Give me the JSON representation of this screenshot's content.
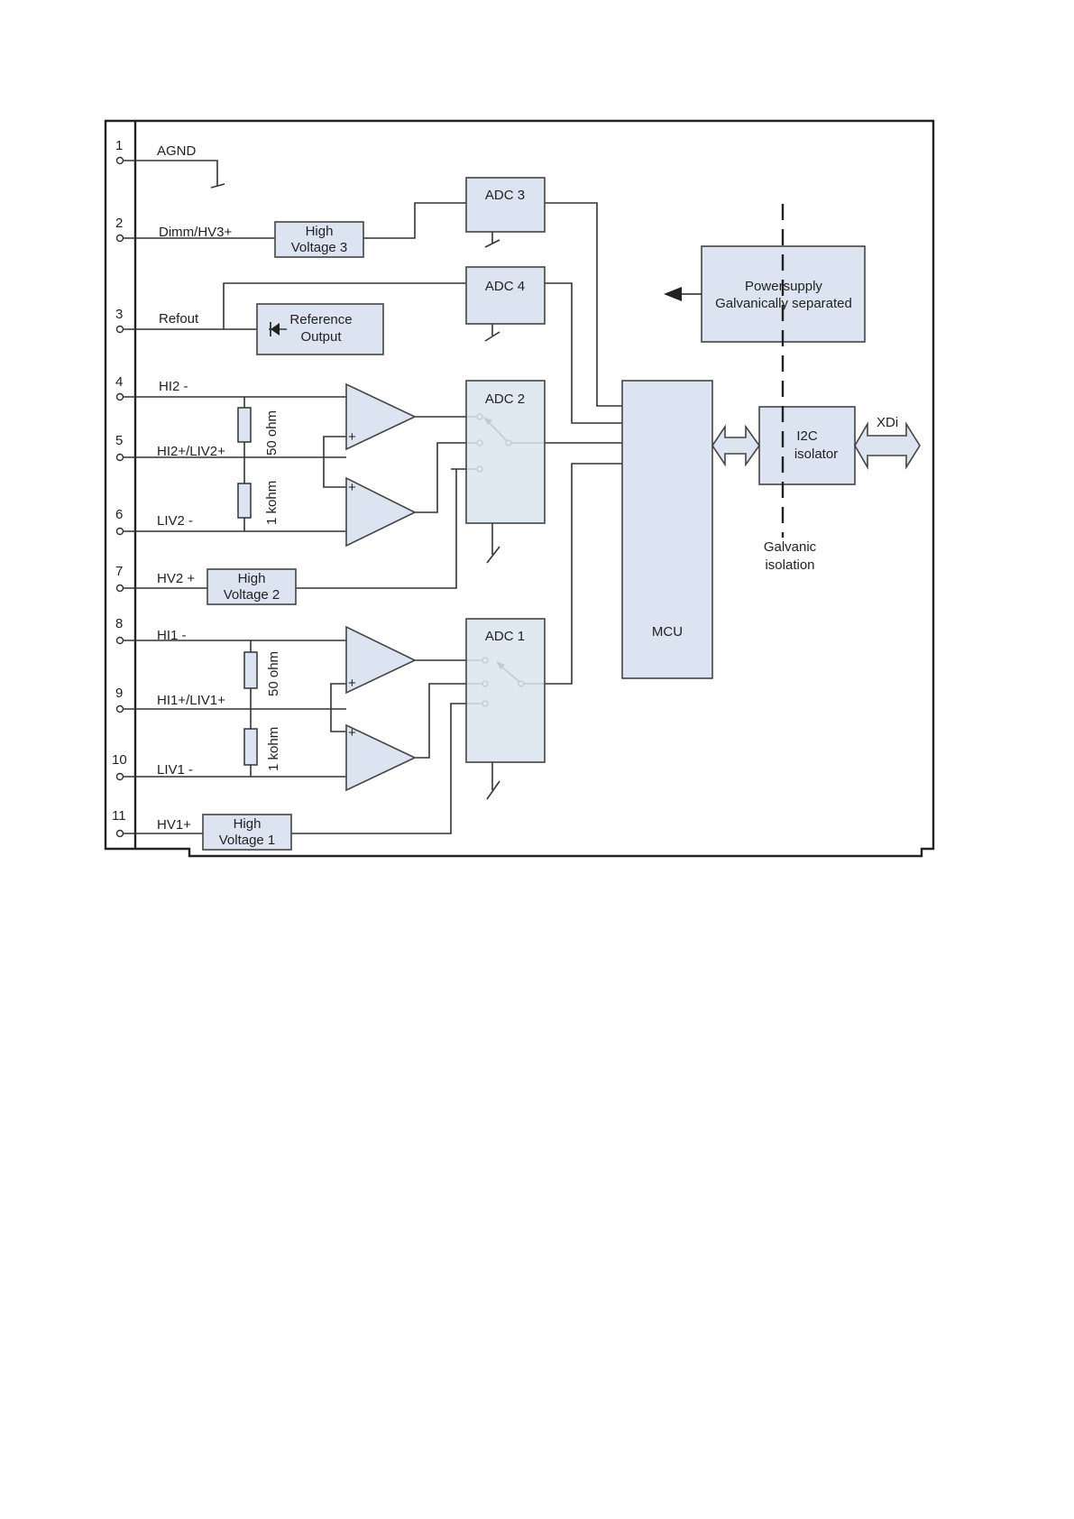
{
  "pins": [
    {
      "num": "1",
      "label": "AGND"
    },
    {
      "num": "2",
      "label": "Dimm/HV3+"
    },
    {
      "num": "3",
      "label": "Refout"
    },
    {
      "num": "4",
      "label": "HI2 -"
    },
    {
      "num": "5",
      "label": "HI2+/LIV2+"
    },
    {
      "num": "6",
      "label": "LIV2 -"
    },
    {
      "num": "7",
      "label": "HV2 +"
    },
    {
      "num": "8",
      "label": "HI1 -"
    },
    {
      "num": "9",
      "label": "HI1+/LIV1+"
    },
    {
      "num": "10",
      "label": "LIV1 -"
    },
    {
      "num": "11",
      "label": "HV1+"
    }
  ],
  "blocks": {
    "hv3": [
      "High",
      "Voltage 3"
    ],
    "hv2": [
      "High",
      "Voltage 2"
    ],
    "hv1": [
      "High",
      "Voltage 1"
    ],
    "ref": [
      "Reference",
      "Output"
    ],
    "adc3": "ADC 3",
    "adc4": "ADC 4",
    "adc2": "ADC 2",
    "adc1": "ADC 1",
    "mcu": "MCU",
    "psu": [
      "Powersupply",
      "Galvanically separated"
    ],
    "i2c": [
      "I2C",
      "isolator"
    ]
  },
  "resistors": {
    "r_upper_2": "50 ohm",
    "r_lower_2": "1 kohm",
    "r_upper_1": "50 ohm",
    "r_lower_1": "1 kohm"
  },
  "opamp_plus": "+",
  "labels": {
    "xdi": "XDi",
    "isolation": [
      "Galvanic",
      "isolation"
    ]
  }
}
